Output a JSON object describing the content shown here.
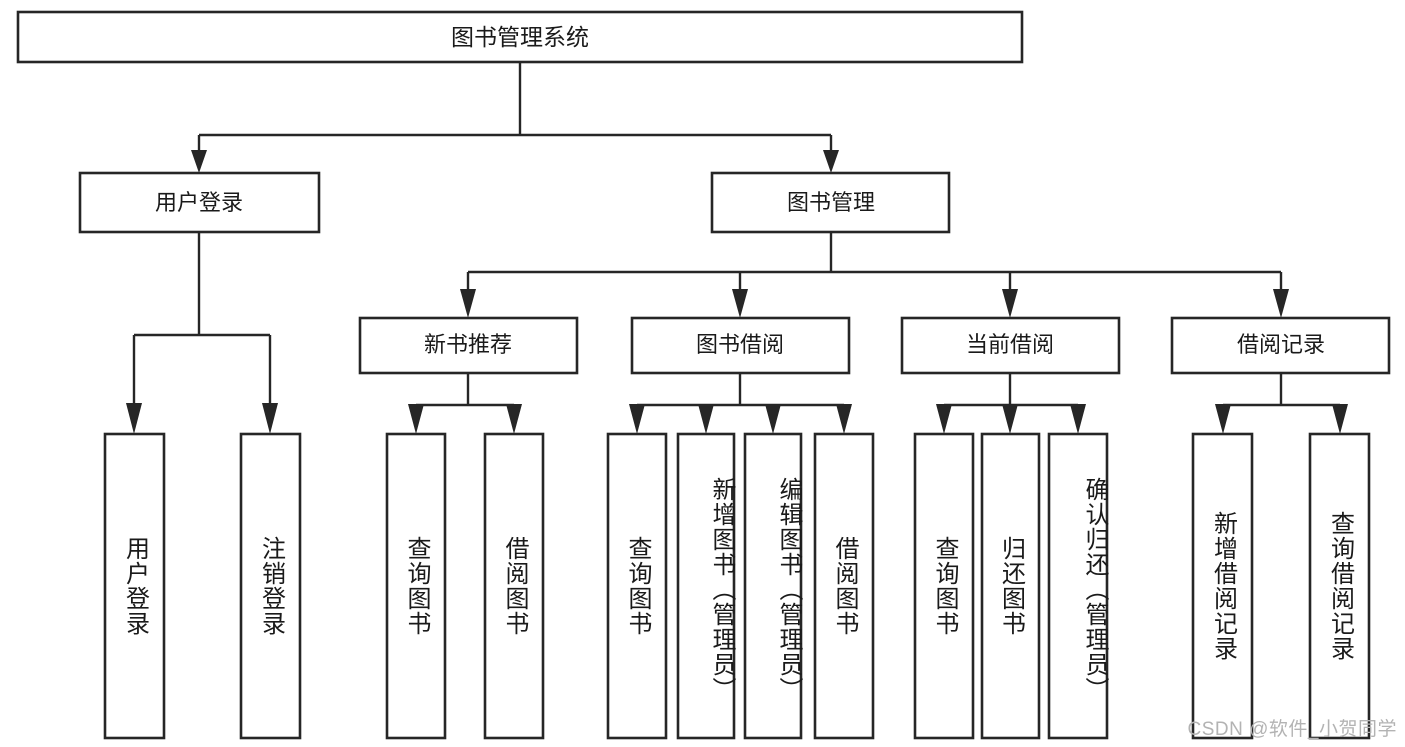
{
  "diagram": {
    "title": "图书管理系统",
    "watermark": "CSDN @软件_小贺同学",
    "colors": {
      "stroke": "#262626",
      "fill": "#ffffff",
      "text": "#1a1a1a",
      "watermark": "#b3b3b3"
    },
    "root": {
      "label": "图书管理系统"
    },
    "level1": [
      {
        "label": "用户登录"
      },
      {
        "label": "图书管理"
      }
    ],
    "level2": [
      {
        "label": "新书推荐"
      },
      {
        "label": "图书借阅"
      },
      {
        "label": "当前借阅"
      },
      {
        "label": "借阅记录"
      }
    ],
    "leaves": {
      "user_login": [
        {
          "label": "用户登录"
        },
        {
          "label": "注销登录"
        }
      ],
      "new_book_recommend": [
        {
          "label": "查询图书"
        },
        {
          "label": "借阅图书"
        }
      ],
      "book_borrow": [
        {
          "label": "查询图书"
        },
        {
          "label": "新增图书（管理员）"
        },
        {
          "label": "编辑图书（管理员）"
        },
        {
          "label": "借阅图书"
        }
      ],
      "current_borrow": [
        {
          "label": "查询图书"
        },
        {
          "label": "归还图书"
        },
        {
          "label": "确认归还（管理员）"
        }
      ],
      "borrow_records": [
        {
          "label": "新增借阅记录"
        },
        {
          "label": "查询借阅记录"
        }
      ]
    }
  }
}
